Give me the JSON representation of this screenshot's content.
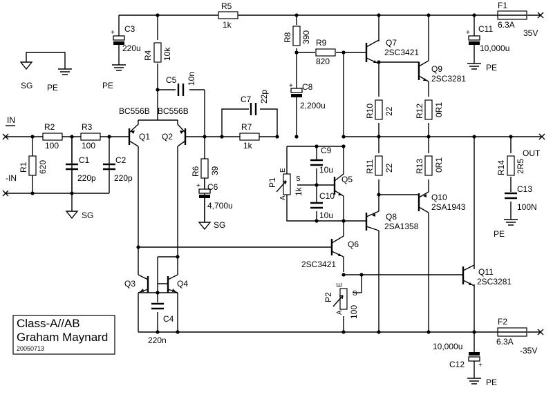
{
  "labels": {
    "in_pos": "IN",
    "in_neg": "-IN",
    "out": "OUT",
    "sg": "SG",
    "pe": "PE",
    "v_pos": "35V",
    "v_neg": "-35V"
  },
  "title_block": {
    "line1": "Class-A//AB",
    "line2": "Graham Maynard",
    "date": "20050713"
  },
  "resistors": {
    "R1": {
      "ref": "R1",
      "value": "620"
    },
    "R2": {
      "ref": "R2",
      "value": "100"
    },
    "R3": {
      "ref": "R3",
      "value": "100"
    },
    "R4": {
      "ref": "R4",
      "value": "10k"
    },
    "R5": {
      "ref": "R5",
      "value": "1k"
    },
    "R6": {
      "ref": "R6",
      "value": "39"
    },
    "R7": {
      "ref": "R7",
      "value": "1k"
    },
    "R8": {
      "ref": "R8",
      "value": "390"
    },
    "R9": {
      "ref": "R9",
      "value": "820"
    },
    "R10": {
      "ref": "R10",
      "value": "22"
    },
    "R11": {
      "ref": "R11",
      "value": "22"
    },
    "R12": {
      "ref": "R12",
      "value": "0R1"
    },
    "R13": {
      "ref": "R13",
      "value": "0R1"
    },
    "R14": {
      "ref": "R14",
      "value": "2R5"
    }
  },
  "capacitors": {
    "C1": {
      "ref": "C1",
      "value": "220p"
    },
    "C2": {
      "ref": "C2",
      "value": "220p"
    },
    "C3": {
      "ref": "C3",
      "value": "220u"
    },
    "C4": {
      "ref": "C4",
      "value": "220n"
    },
    "C5": {
      "ref": "C5",
      "value": "10n"
    },
    "C6": {
      "ref": "C6",
      "value": "4,700u"
    },
    "C7": {
      "ref": "C7",
      "value": "22p"
    },
    "C8": {
      "ref": "C8",
      "value": "2,200u"
    },
    "C9": {
      "ref": "C9",
      "value": "10u"
    },
    "C10": {
      "ref": "C10",
      "value": "10u"
    },
    "C11": {
      "ref": "C11",
      "value": "10,000u"
    },
    "C12": {
      "ref": "C12",
      "value": "10,000u"
    },
    "C13": {
      "ref": "C13",
      "value": "100N"
    }
  },
  "transistors": {
    "Q1": {
      "ref": "Q1",
      "type": "BC556B"
    },
    "Q2": {
      "ref": "Q2",
      "type": "BC556B"
    },
    "Q3": {
      "ref": "Q3"
    },
    "Q4": {
      "ref": "Q4"
    },
    "Q5": {
      "ref": "Q5"
    },
    "Q6": {
      "ref": "Q6",
      "type": "2SC3421"
    },
    "Q7": {
      "ref": "Q7",
      "type": "2SC3421"
    },
    "Q8": {
      "ref": "Q8",
      "type": "2SA1358"
    },
    "Q9": {
      "ref": "Q9",
      "type": "2SC3281"
    },
    "Q10": {
      "ref": "Q10",
      "type": "2SA1943"
    },
    "Q11": {
      "ref": "Q11",
      "type": "2SC3281"
    }
  },
  "pots": {
    "P1": {
      "ref": "P1",
      "value": "1k",
      "pin_e": "E",
      "pin_a": "A",
      "pin_s": "S"
    },
    "P2": {
      "ref": "P2",
      "value": "100",
      "pin_e": "E",
      "pin_a": "A",
      "pin_s": "S"
    }
  },
  "fuses": {
    "F1": {
      "ref": "F1",
      "value": "6.3A"
    },
    "F2": {
      "ref": "F2",
      "value": "6.3A"
    }
  },
  "polarity_plus": "+"
}
